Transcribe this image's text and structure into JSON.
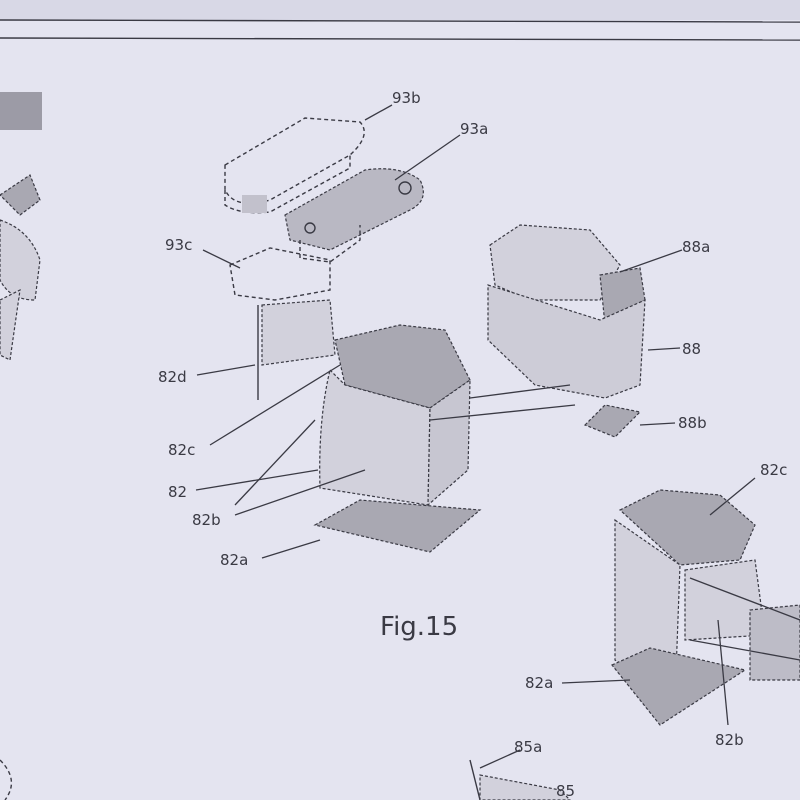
{
  "figure": {
    "caption": "Fig.15",
    "labels": {
      "l93b": "93b",
      "l93a": "93a",
      "l93c": "93c",
      "l88a": "88a",
      "l88": "88",
      "l82d": "82d",
      "l82c": "82c",
      "l82": "82",
      "l82b": "82b",
      "l88b": "88b",
      "l82a": "82a"
    }
  },
  "right_figure": {
    "labels": {
      "l82c": "82c",
      "l82a": "82a",
      "l82b": "82b",
      "l85a": "85a",
      "l85": "85"
    }
  },
  "colors": {
    "paper": "#e4e4f0",
    "ink": "#3a3a44",
    "shade": "#a9a8b2"
  }
}
